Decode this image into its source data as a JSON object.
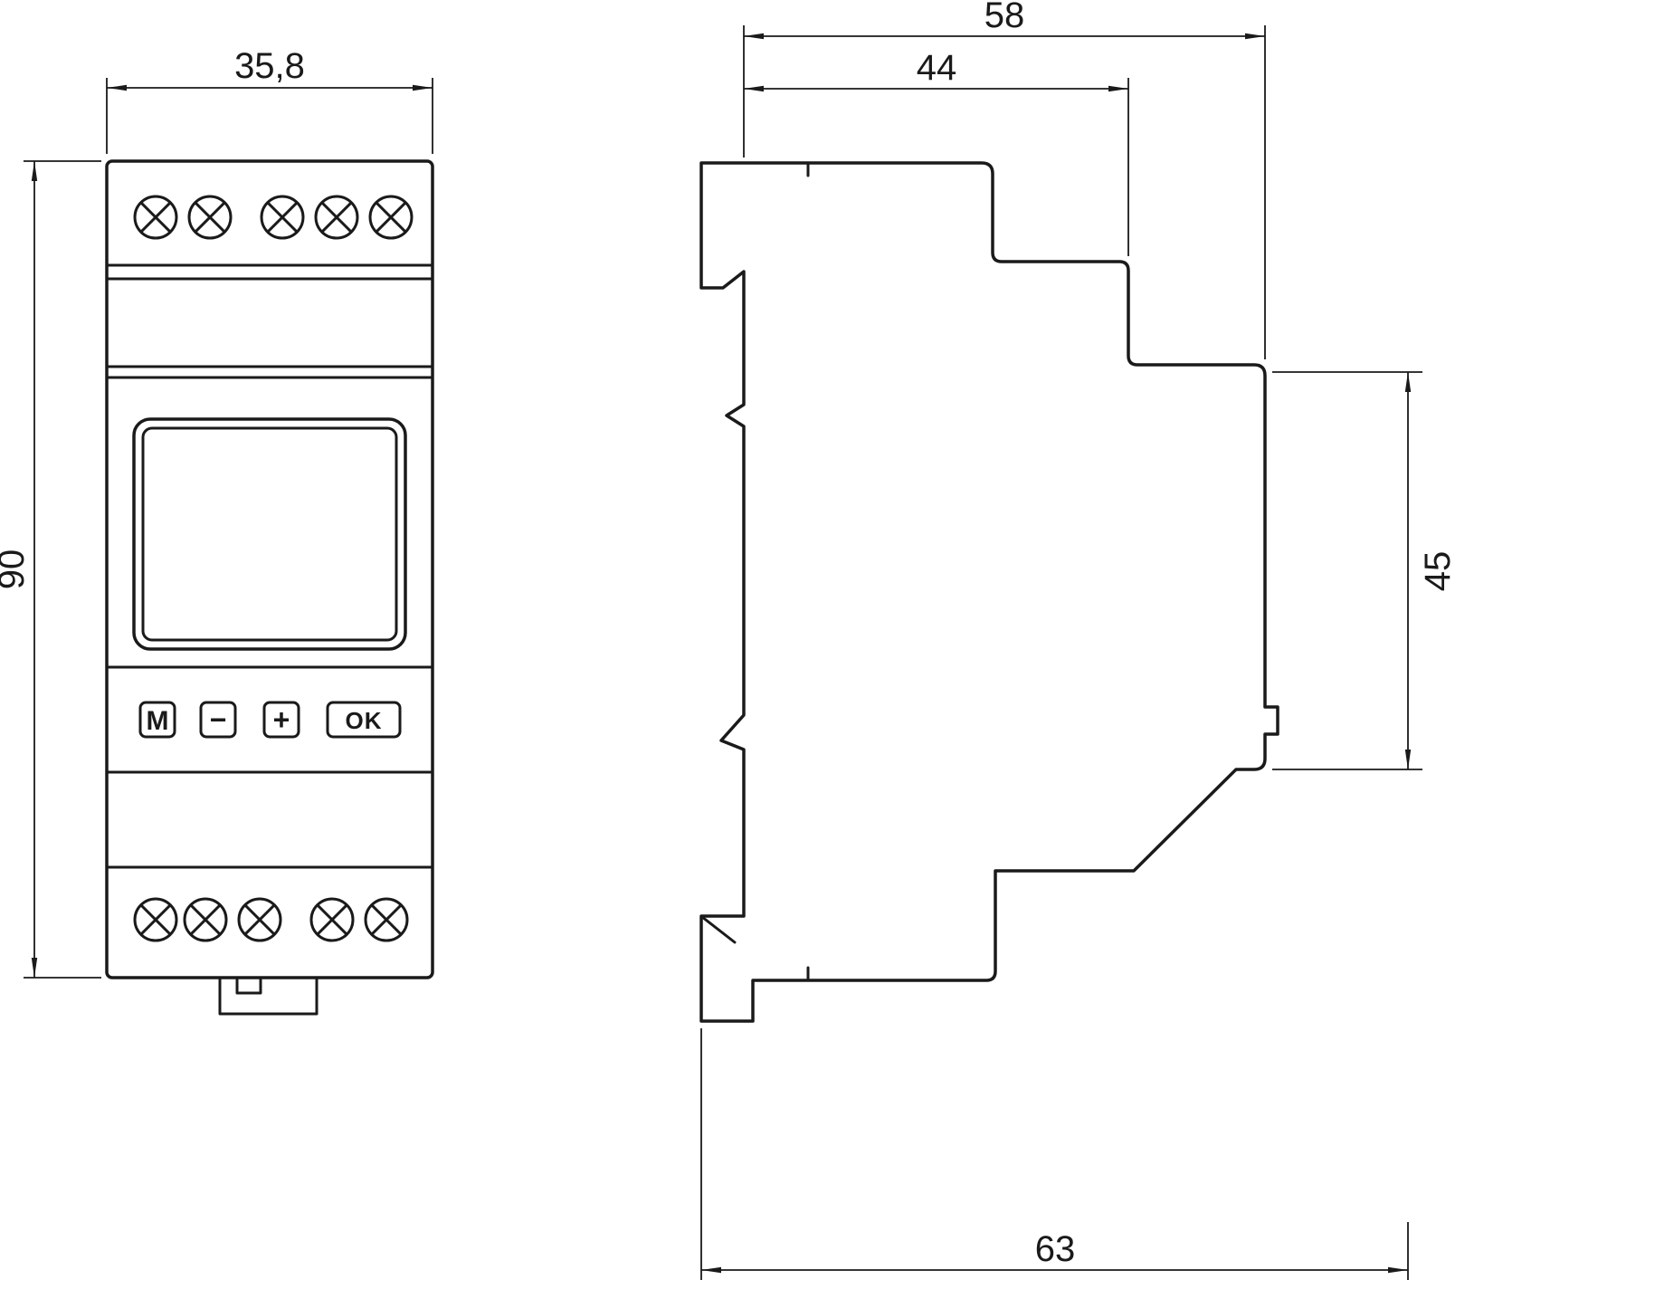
{
  "front_view": {
    "width_label": "35,8",
    "height_label": "90",
    "buttons": [
      {
        "label": "M"
      },
      {
        "label": "−"
      },
      {
        "label": "+"
      },
      {
        "label": "OK"
      }
    ]
  },
  "side_view": {
    "overall_depth_label": "58",
    "rear_depth_label": "44",
    "front_section_height_label": "45",
    "total_depth_label": "63"
  },
  "colors": {
    "line": "#1a1a1a",
    "background": "#ffffff"
  }
}
